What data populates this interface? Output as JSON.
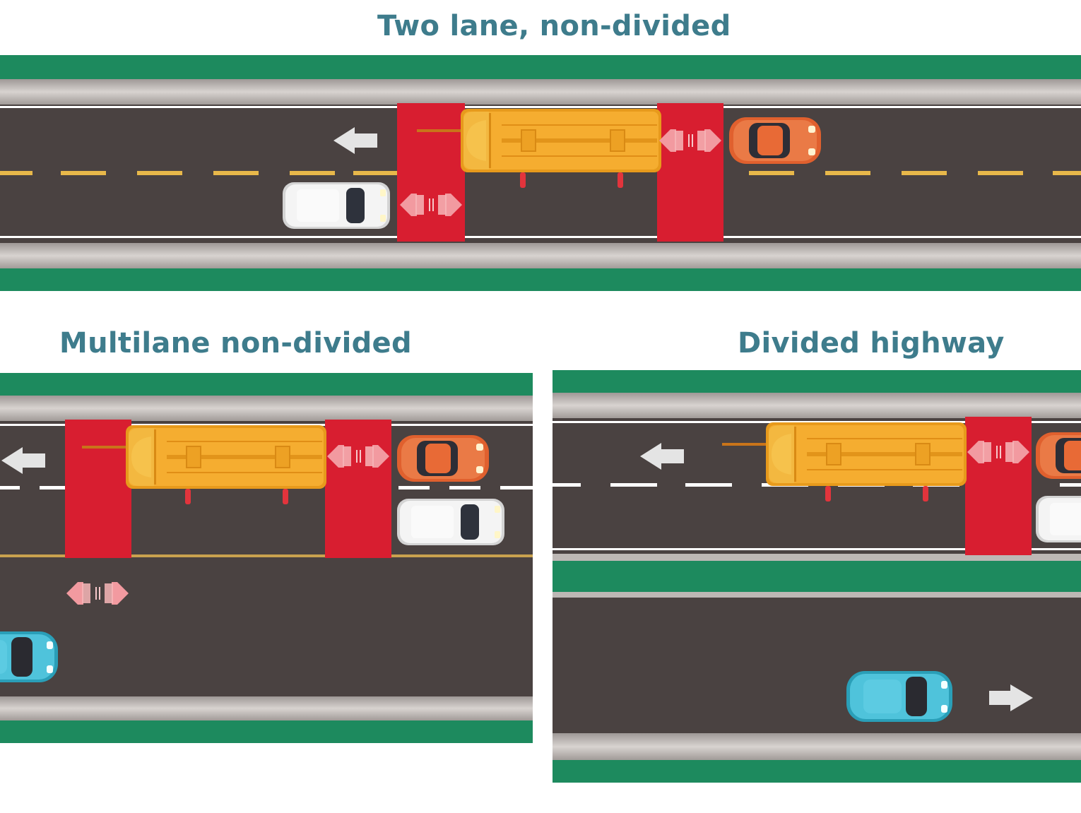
{
  "titles": {
    "two_lane": "Two lane, non-divided",
    "multilane": "Multilane non-divided",
    "divided": "Divided highway"
  },
  "colors": {
    "title": "#3e7c8c",
    "grass": "#1d8a5e",
    "shoulder": "#c9c4c1",
    "road": "#4a4241",
    "yellow_line": "#e8b84a",
    "white_line": "#ffffff",
    "stop_zone": "#d81e30",
    "bus": "#f2a62a",
    "car_orange": "#e0602e",
    "car_white": "#f1f1f1",
    "car_teal": "#36b6cf"
  },
  "icons": [
    "school-bus-icon",
    "car-icon",
    "direction-arrow-icon",
    "flashing-signal-icon"
  ]
}
